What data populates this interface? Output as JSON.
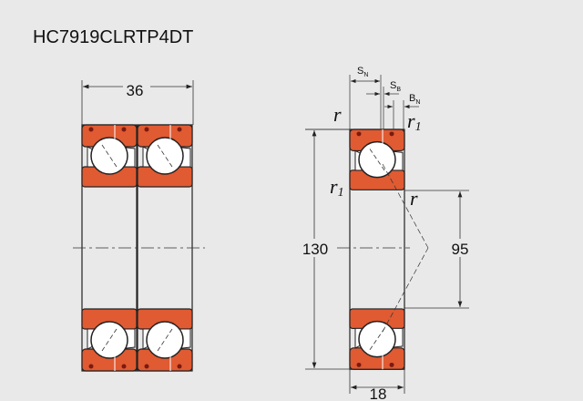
{
  "title": "HC7919CLRTP4DT",
  "colors": {
    "ring": "#e05a32",
    "outline": "#222222",
    "background": "#e9e9e9"
  },
  "dimensions": {
    "width_pair": "36",
    "outer_diameter": "130",
    "inner_diameter": "95",
    "width_single": "18"
  },
  "labels": {
    "r": "r",
    "r1": "r",
    "r1_sub": "1",
    "sn": "S",
    "sn_sub": "N",
    "sb": "S",
    "sb_sub": "B",
    "bn": "B",
    "bn_sub": "N"
  }
}
